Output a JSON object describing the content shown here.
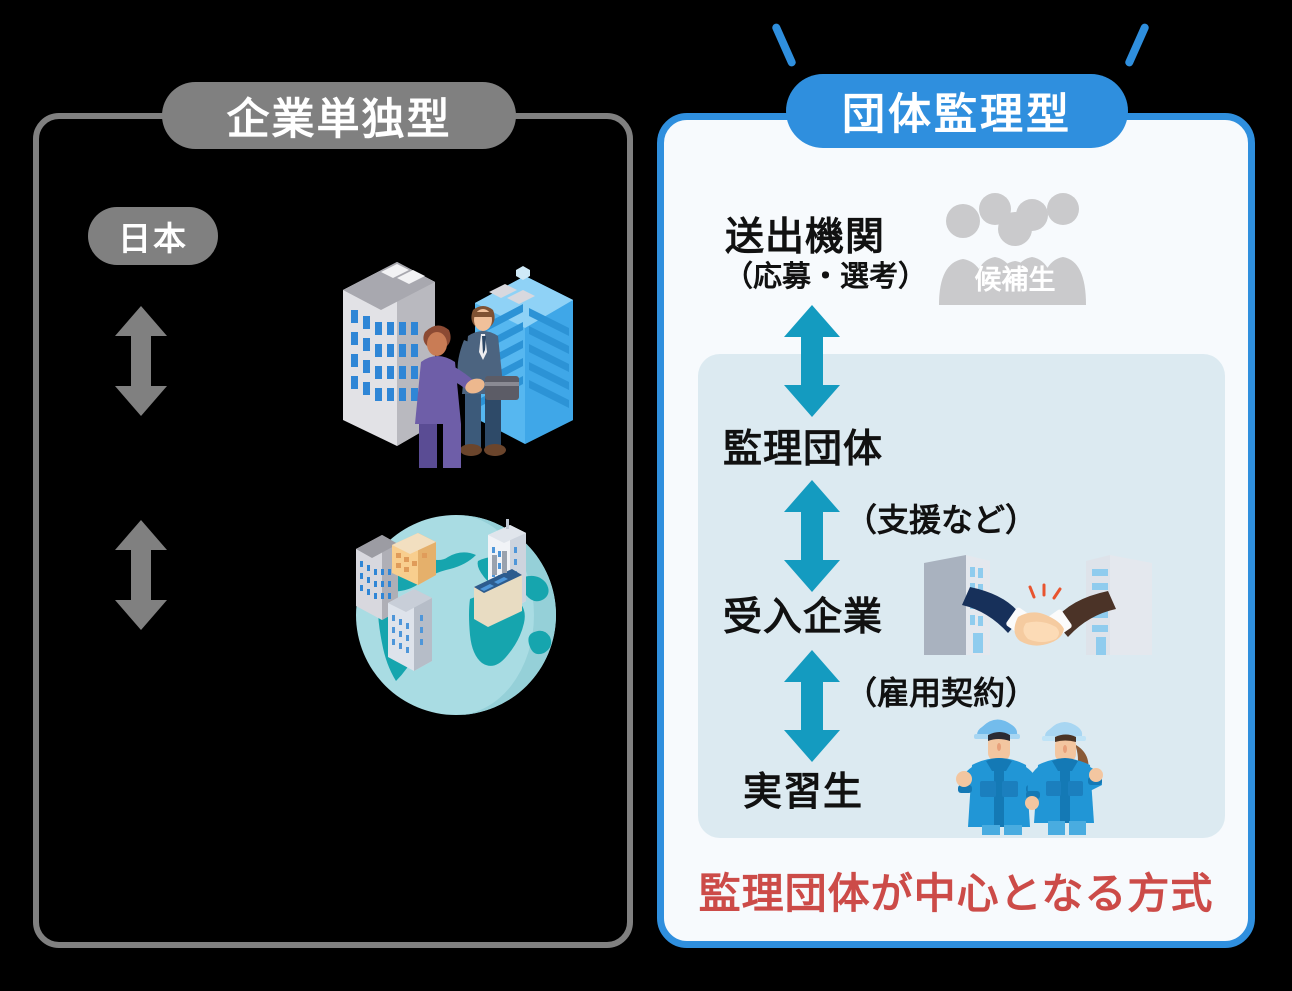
{
  "left_panel": {
    "title": "企業単独型",
    "country_badge": "日本",
    "arrows": [
      {
        "name": "bidirectional-arrow-top",
        "direction": "up-down"
      },
      {
        "name": "bidirectional-arrow-bottom",
        "direction": "up-down"
      }
    ],
    "illustrations": [
      {
        "name": "two-businessmen-handshake-buildings",
        "description": "2人のビジネスマンが握手・オフィスビル"
      },
      {
        "name": "globe-with-buildings",
        "description": "地球儀と各国の建物・工場"
      }
    ],
    "colors": {
      "border": "#808080",
      "badge": "#808080",
      "arrow": "#808080"
    }
  },
  "right_panel": {
    "title": "団体監理型",
    "nodes": [
      {
        "label": "送出機関",
        "sublabel": "（応募・選考）"
      },
      {
        "label": "監理団体",
        "sublabel": ""
      },
      {
        "label": "受入企業",
        "sublabel": ""
      },
      {
        "label": "実習生",
        "sublabel": ""
      }
    ],
    "arrow_labels": [
      "（支援など）",
      "（雇用契約）"
    ],
    "candidates_label": "候補生",
    "bottom_note": "監理団体が中心となる方式",
    "illustrations": [
      {
        "name": "candidate-silhouettes",
        "description": "候補生のシルエット"
      },
      {
        "name": "company-handshake-buildings",
        "description": "企業間の握手と2棟のビル"
      },
      {
        "name": "two-trainees-workwear",
        "description": "作業服姿の実習生2人"
      }
    ],
    "colors": {
      "border": "#2F8FDE",
      "header_pill": "#2F8FDE",
      "panel_bg": "#F7FAFD",
      "inner_box": "#DCEAF1",
      "arrow": "#149BC0",
      "note_text": "#CC4B48"
    }
  }
}
